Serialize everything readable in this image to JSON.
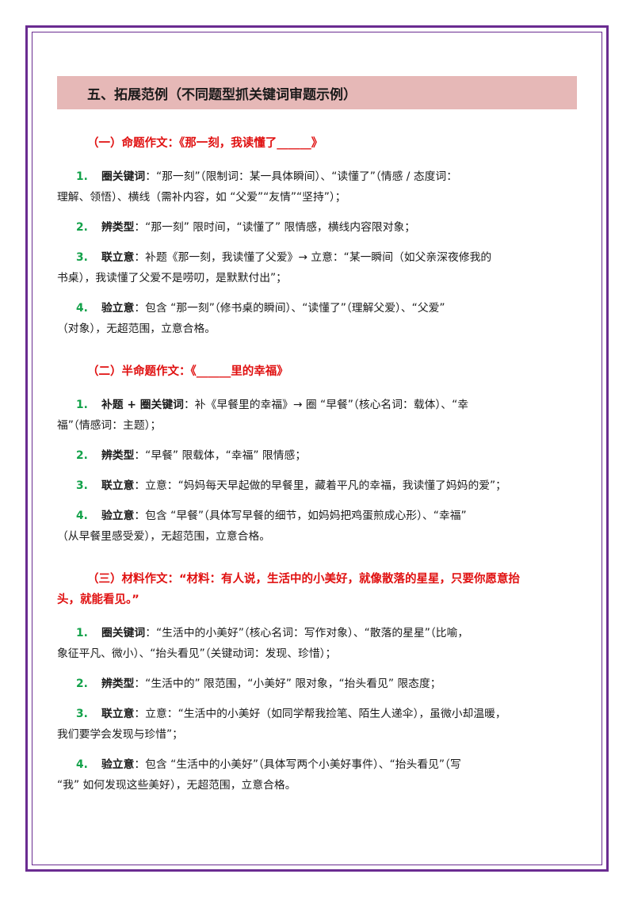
{
  "header": {
    "title": "五、拓展范例（不同题型抓关键词审题示例）"
  },
  "sections": [
    {
      "title": "（一）命题作文：《那一刻，我读懂了______》",
      "items": [
        {
          "num": "1.",
          "label": "圈关键词",
          "line1": "：“那一刻”（限制词：某一具体瞬间）、“读懂了”（情感 / 态度词：",
          "line2": "理解、领悟）、横线（需补内容，如 “父爱”“友情”“坚持”）；"
        },
        {
          "num": "2.",
          "label": "辨类型",
          "line1": "：“那一刻” 限时间，“读懂了” 限情感，横线内容限对象；",
          "line2": ""
        },
        {
          "num": "3.",
          "label": "联立意",
          "line1": "：补题《那一刻，我读懂了父爱》→ 立意：“某一瞬间（如父亲深夜修我的",
          "line2": "书桌），我读懂了父爱不是唠叨，是默默付出”；"
        },
        {
          "num": "4.",
          "label": "验立意",
          "line1": "：包含 “那一刻”（修书桌的瞬间）、“读懂了”（理解父爱）、“父爱”",
          "line2": "（对象），无超范围，立意合格。"
        }
      ]
    },
    {
      "title": "（二）半命题作文：《______里的幸福》",
      "items": [
        {
          "num": "1.",
          "label": "补题 + 圈关键词",
          "line1": "：补《早餐里的幸福》→ 圈 “早餐”（核心名词：载体）、“幸",
          "line2": "福”（情感词：主题）；"
        },
        {
          "num": "2.",
          "label": "辨类型",
          "line1": "：“早餐” 限载体，“幸福” 限情感；",
          "line2": ""
        },
        {
          "num": "3.",
          "label": "联立意",
          "line1": "：立意：“妈妈每天早起做的早餐里，藏着平凡的幸福，我读懂了妈妈的爱”；",
          "line2": ""
        },
        {
          "num": "4.",
          "label": "验立意",
          "line1": "：包含 “早餐”（具体写早餐的细节，如妈妈把鸡蛋煎成心形）、“幸福”",
          "line2": "（从早餐里感受爱），无超范围，立意合格。"
        }
      ]
    },
    {
      "title": "（三）材料作文：“材料：有人说，生活中的小美好，就像散落的星星，只要你愿意抬",
      "title2": "头，就能看见。”",
      "items": [
        {
          "num": "1.",
          "label": "圈关键词",
          "line1": "：“生活中的小美好”（核心名词：写作对象）、“散落的星星”（比喻，",
          "line2": "象征平凡、微小）、“抬头看见”（关键动词：发现、珍惜）；"
        },
        {
          "num": "2.",
          "label": "辨类型",
          "line1": "：“生活中的” 限范围，“小美好” 限对象，“抬头看见” 限态度；",
          "line2": ""
        },
        {
          "num": "3.",
          "label": "联立意",
          "line1": "：立意：“生活中的小美好（如同学帮我捡笔、陌生人递伞），虽微小却温暖，",
          "line2": "我们要学会发现与珍惜”；"
        },
        {
          "num": "4.",
          "label": "验立意",
          "line1": "：包含 “生活中的小美好”（具体写两个小美好事件）、“抬头看见”（写",
          "line2": "“我” 如何发现这些美好），无超范围，立意合格。"
        }
      ]
    }
  ]
}
